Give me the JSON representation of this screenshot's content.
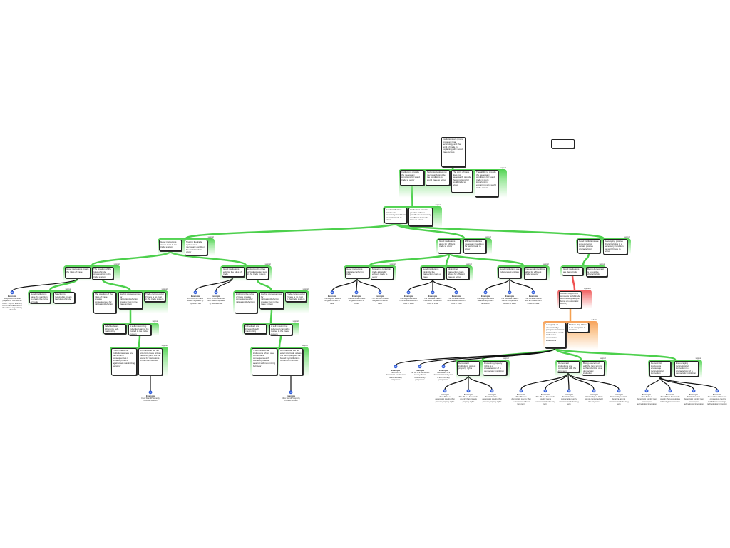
{
  "colors": {
    "support": "#4cd04c",
    "objection": "#f05050",
    "rebuttal": "#f5a050",
    "example_link": "#111111",
    "example_icon": "#1f4fd8"
  },
  "groups": [
    {
      "type": "root",
      "label": "",
      "boxes": [
        "Institutions are (more) important than technology and the spirit of trade in explaining why world trade occurs"
      ]
    },
    {
      "type": "support",
      "label": "support",
      "boxes": [
        "Institutions provide the necessary conditions for world trade to occur",
        "Technology does not necessarily provide the conditions for world trade to occur",
        "The spirit of trade does not necessarily provide the conditions for world trade to occur",
        "The ability to provide the necessary conditions for world trade is more important in explaining why world trade occurs"
      ]
    },
    {
      "type": "support",
      "label": "support",
      "boxes": [
        "Good institutions provide the necessary conditions for world trade to occur",
        "Institutions must be good in order to provide the necessary conditions for world trade to occur"
      ]
    },
    {
      "type": "support",
      "label": "support",
      "boxes": [
        "Good institutions create trust in the trade system",
        "Trust in the trade system is a necessary condition for world trade to occur"
      ]
    },
    {
      "type": "support",
      "label": "support",
      "boxes": [
        "Good institutions allow for efficient trade to occur",
        "Efficient trade is a necessary condition for world trade to occur"
      ]
    },
    {
      "type": "support",
      "label": "support",
      "boxes": [
        "Good institutions are a precursor of certain positive characteristics",
        "Developing positive characteristics is a necessary condition for world trade to occur"
      ]
    },
    {
      "type": "support",
      "label": "support",
      "boxes": [
        "Good institutions create the rules of trade",
        "The creation of the rules of trade creates trust in the trade system"
      ]
    },
    {
      "type": "support",
      "label": "support",
      "boxes": [
        "Good institutions enforce the rules of trade",
        "Enforcing the rules of trade creates trust in the trade system"
      ]
    },
    {
      "type": "support",
      "label": "support",
      "boxes": [
        "Good institutions mitigate conflict in trade",
        "Mitigating conflict in trade allows for efficient trade to occur"
      ]
    },
    {
      "type": "support",
      "label": "support",
      "boxes": [
        "Good institutions minimize the transaction costs of trade",
        "Minimizing transaction costs allows for efficient trade to occur"
      ]
    },
    {
      "type": "support",
      "label": "support",
      "boxes": [
        "Good institutions are independent entities",
        "Independent entities allow for efficient trade to occur"
      ]
    },
    {
      "type": "support",
      "label": "support",
      "boxes": [
        "Good institutions are democratic",
        "Being democratic is a positive characteristic"
      ]
    },
    {
      "type": "objection",
      "label": "objection",
      "boxes": [
        "Modern-day China conducts world trade successfully despite being an autocratic country"
      ]
    },
    {
      "type": "rebuttal",
      "label": "rebuttal",
      "boxes": [
        "A majority of economically prosperous nations that conduct world trade have democratic institutions",
        "Modern-day China is an exception to the trend"
      ]
    },
    {
      "type": "support",
      "label": "support",
      "boxes": [
        "Good institutions have the sanction to create the rules of trade",
        "Sanction is required to create the rules of trade"
      ]
    },
    {
      "type": "support",
      "label": "support",
      "boxes": [
        "The creation of the rules of trade creates consequences for mitigation/defection",
        "Having consequences for mitigation/defection creates trust in the trade system",
        "Trade cannot occur if there is no trust in the trade system"
      ]
    },
    {
      "type": "support",
      "label": "support",
      "boxes": [
        "Enforcing the rules of trade creates consequences for mitigation/defection",
        "Having consequences for mitigation/defection creates trust in the trade system",
        "Trade cannot occur if there is no trust in the trade system"
      ]
    },
    {
      "type": "support",
      "label": "support",
      "boxes": [
        "Individuals are inherently self-maximizing",
        "A self-maximizing individual cannot be trusted in the trade system"
      ]
    },
    {
      "type": "support",
      "label": "support",
      "boxes": [
        "Individuals are inherently self-maximizing",
        "A self-maximizing individual cannot be trusted in the trade system"
      ]
    },
    {
      "type": "support",
      "label": "support",
      "boxes": [
        "Trust created via institutions where one can enforce consequences if cheated protects against self-maximizing behavior",
        "An individual will not enter into trade unless the other party will be bound by institutions to fulfil the contract"
      ]
    },
    {
      "type": "support",
      "label": "support",
      "boxes": [
        "Trust created via institutions where one can enforce consequences if cheated protects against self-maximizing behavior",
        "An individual will not enter into trade unless the other party will be bound by institutions to fulfil the contract"
      ]
    },
    {
      "type": "support",
      "label": "support",
      "boxes": [
        "Democratic institutions protect property rights",
        "Protecting property rights is a characteristic of a democratic institution"
      ]
    },
    {
      "type": "support",
      "label": "support",
      "boxes": [
        "Democratic institutions are concerned with the long-term",
        "Being concerned with the long term is a characteristic of a democratic institution"
      ]
    },
    {
      "type": "support",
      "label": "support",
      "boxes": [
        "Democratic institutions encourage technological innovation",
        "Encouraging technological innovation is a characteristic of a democratic institution"
      ]
    }
  ],
  "example_label": "Example",
  "examples": [
    "\"Ways were found to prepare for commercial travel ... by the authority of the merchants and of the Italian League\" King Edward I",
    "1093: Roman trade wallets regulated by Byzantine law",
    "1097: 1100 Genoese trade wallets regulated by Genoese law",
    "The Maghribi traders mitigated conflict in trade",
    "The Genoese traders mitigated conflict in trade",
    "The Venetian House mitigated conflict in trade",
    "The Maghribi traders minimized transaction costs in trade",
    "The Genoese traders minimized transaction costs in trade",
    "The Venetian House minimized transaction costs in trade",
    "The Maghribi traders valued independent arbitration",
    "The Genoese traders valued independent entities in trade",
    "The Venetian House was an independent arbiter in trade",
    "The USA is a democratic country that is economically prosperous",
    "The UK is a democratic country that is economically prosperous",
    "Switzerland is a democratic country that is economically prosperous",
    "The USA is a democratic country that protects property rights",
    "The UK is a democratic country that protects property rights",
    "Switzerland is a democratic country that protects property rights",
    "The USA is a democratic country that is concerned with the long term",
    "The UK is a democratic country that is concerned with the long term",
    "Switzerland is a democratic country concerned with the long term",
    "Dictatorships in Africa are not concerned with the long term",
    "Dictatorships in Latin America are not concerned with the long term",
    "The USA is a democratic country that encourages technological innovation",
    "The UK is a democratic country that encourages technological innovation",
    "Switzerland is a democratic country that encourages technological innovation",
    "Pre-modern China was a prosperous country but did not encourage technological innovation",
    "Clive Stand/Prosperity Chinese Brokers",
    "Clive Stand/Prosperity Chinese Brokers"
  ]
}
